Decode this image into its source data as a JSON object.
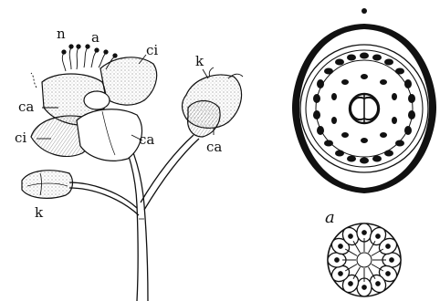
{
  "labels": {
    "nectary": "n",
    "anther": "a",
    "inner_sepal_top": "ci",
    "outer_sepal_left": "ca",
    "inner_sepal_left": "ci",
    "outer_sepal_center": "ca",
    "bud_label": "k",
    "bud_sepal": "ca",
    "side_bud": "k",
    "fruit_cross_section": "a"
  },
  "colors": {
    "ink": "#111111",
    "paper": "#ffffff"
  }
}
